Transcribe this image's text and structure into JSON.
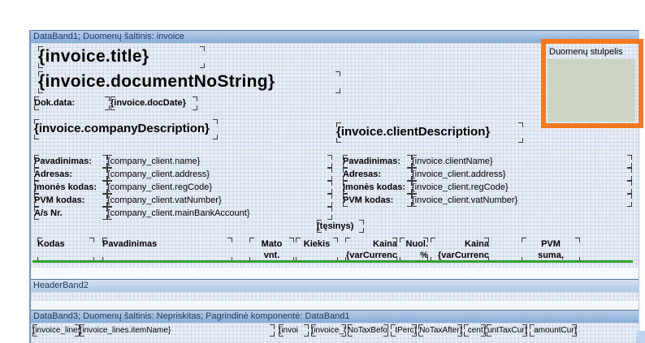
{
  "band1": {
    "title": "DataBand1; Duomenų šaltinis: invoice"
  },
  "band2": {
    "title": "HeaderBand2"
  },
  "band3": {
    "title": "DataBand3; Duomenų šaltinis: Nepriskitas; Pagrindinė komponentė: DataBand1"
  },
  "header": {
    "title_field": "{invoice.title}",
    "docno_field": "{invoice.documentNoString}",
    "date_label": "Dok.data:",
    "date_field": "{invoice.docDate}",
    "company_description_field": "{invoice.companyDescription}",
    "client_description_field": "{invoice.clientDescription}",
    "continuation_label": "(tęsinys)"
  },
  "company_block": {
    "rows": [
      {
        "label": "Pavadinimas:",
        "value": "{company_client.name}"
      },
      {
        "label": "Adresas:",
        "value": "{company_client.address}"
      },
      {
        "label": "Įmonės kodas:",
        "value": "{company_client.regCode}"
      },
      {
        "label": "PVM kodas:",
        "value": "{company_client.vatNumber}"
      },
      {
        "label": "A/s Nr.",
        "value": "{company_client.mainBankAccount}"
      }
    ]
  },
  "client_block": {
    "rows": [
      {
        "label": "Pavadinimas:",
        "value": "{invoice.clientName}"
      },
      {
        "label": "Adresas:",
        "value": "{invoice_client.address}"
      },
      {
        "label": "Įmonės kodas:",
        "value": "{invoice_client.regCode}"
      },
      {
        "label": "PVM kodas:",
        "value": "{invoice_client.vatNumber}"
      }
    ]
  },
  "table_header": {
    "columns": [
      {
        "line1": "Kodas",
        "line2": ""
      },
      {
        "line1": "Pavadinimas",
        "line2": ""
      },
      {
        "line1": "Mato",
        "line2": "vnt."
      },
      {
        "line1": "Kiekis",
        "line2": ""
      },
      {
        "line1": "Kaina",
        "line2": "{varCurrenc"
      },
      {
        "line1": "Nuol.",
        "line2": "%"
      },
      {
        "line1": "Kaina",
        "line2": "{varCurrenc"
      },
      {
        "line1": "PVM",
        "line2": "suma,"
      }
    ]
  },
  "detail_row": {
    "cells": [
      {
        "text": "{invoice_lines"
      },
      {
        "text": "{invoice_lines.itemName}"
      },
      {
        "text": "{invoi"
      },
      {
        "text": "{invoice_li"
      },
      {
        "text": "NoTaxBefore}"
      },
      {
        "text": "tPerc}"
      },
      {
        "text": "NoTaxAfter}"
      },
      {
        "text": "cent}"
      },
      {
        "text": "untTaxCur}"
      },
      {
        "text": "amountCur}"
      }
    ]
  },
  "highlight_box": {
    "label": "Duomenų stulpelis"
  },
  "colors": {
    "accent_orange": "#F2791F",
    "band_blue_top": "#B8CCE6",
    "band_blue_bottom": "#85ADD9",
    "band_text": "#1C3A5F",
    "surface": "#E9EEF7",
    "green_line": "#2FA12F",
    "data_column_fill": "#CCD5C4"
  }
}
